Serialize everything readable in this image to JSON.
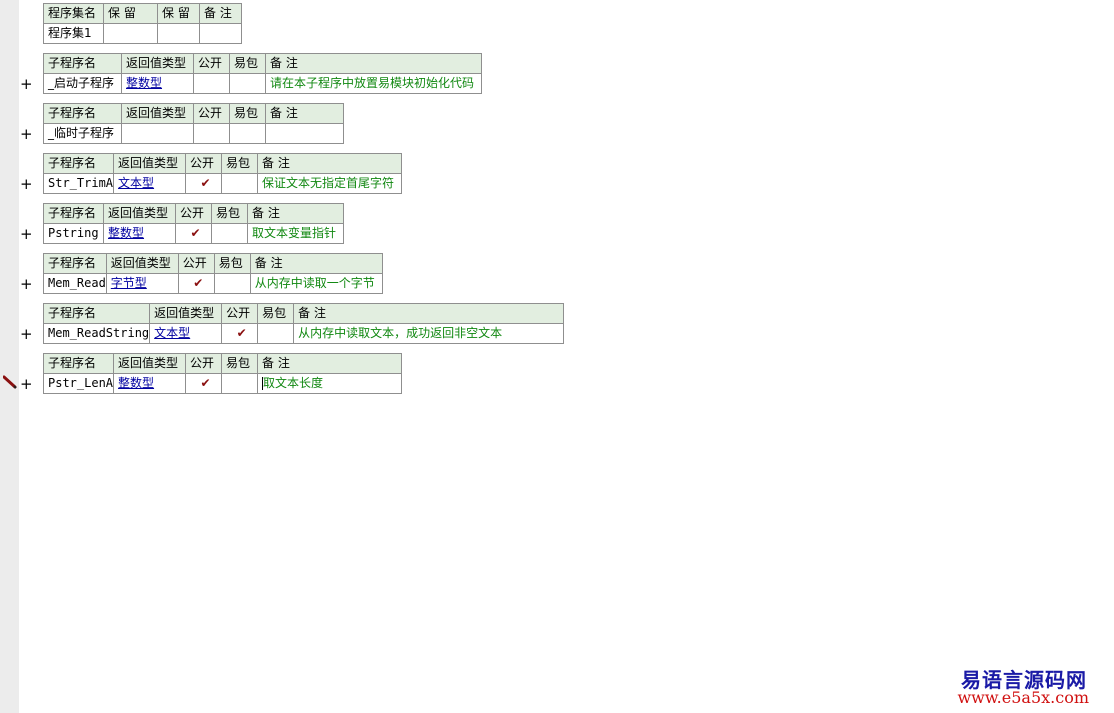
{
  "assembly": {
    "headers": [
      "程序集名",
      "保 留",
      "保 留",
      "备 注"
    ],
    "name": "程序集1"
  },
  "sub_headers": [
    "子程序名",
    "返回值类型",
    "公开",
    "易包",
    "备 注"
  ],
  "subs": [
    {
      "name": "_启动子程序",
      "ret_type": "整数型",
      "public": "",
      "pkg": "",
      "note": "请在本子程序中放置易模块初始化代码"
    },
    {
      "name": "_临时子程序",
      "ret_type": "",
      "public": "",
      "pkg": "",
      "note": ""
    },
    {
      "name": "Str_TrimA",
      "ret_type": "文本型",
      "public": "✔",
      "pkg": "",
      "note": "保证文本无指定首尾字符"
    },
    {
      "name": "Pstring",
      "ret_type": "整数型",
      "public": "✔",
      "pkg": "",
      "note": "取文本变量指针"
    },
    {
      "name": "Mem_Read",
      "ret_type": "字节型",
      "public": "✔",
      "pkg": "",
      "note": "从内存中读取一个字节"
    },
    {
      "name": "Mem_ReadString",
      "ret_type": "文本型",
      "public": "✔",
      "pkg": "",
      "note": "从内存中读取文本，成功返回非空文本"
    },
    {
      "name": "Pstr_LenA",
      "ret_type": "整数型",
      "public": "✔",
      "pkg": "",
      "note": "取文本长度"
    }
  ],
  "expand_symbol": "+",
  "watermark": {
    "title": "易语言源码网",
    "url": "www.e5a5x.com"
  }
}
